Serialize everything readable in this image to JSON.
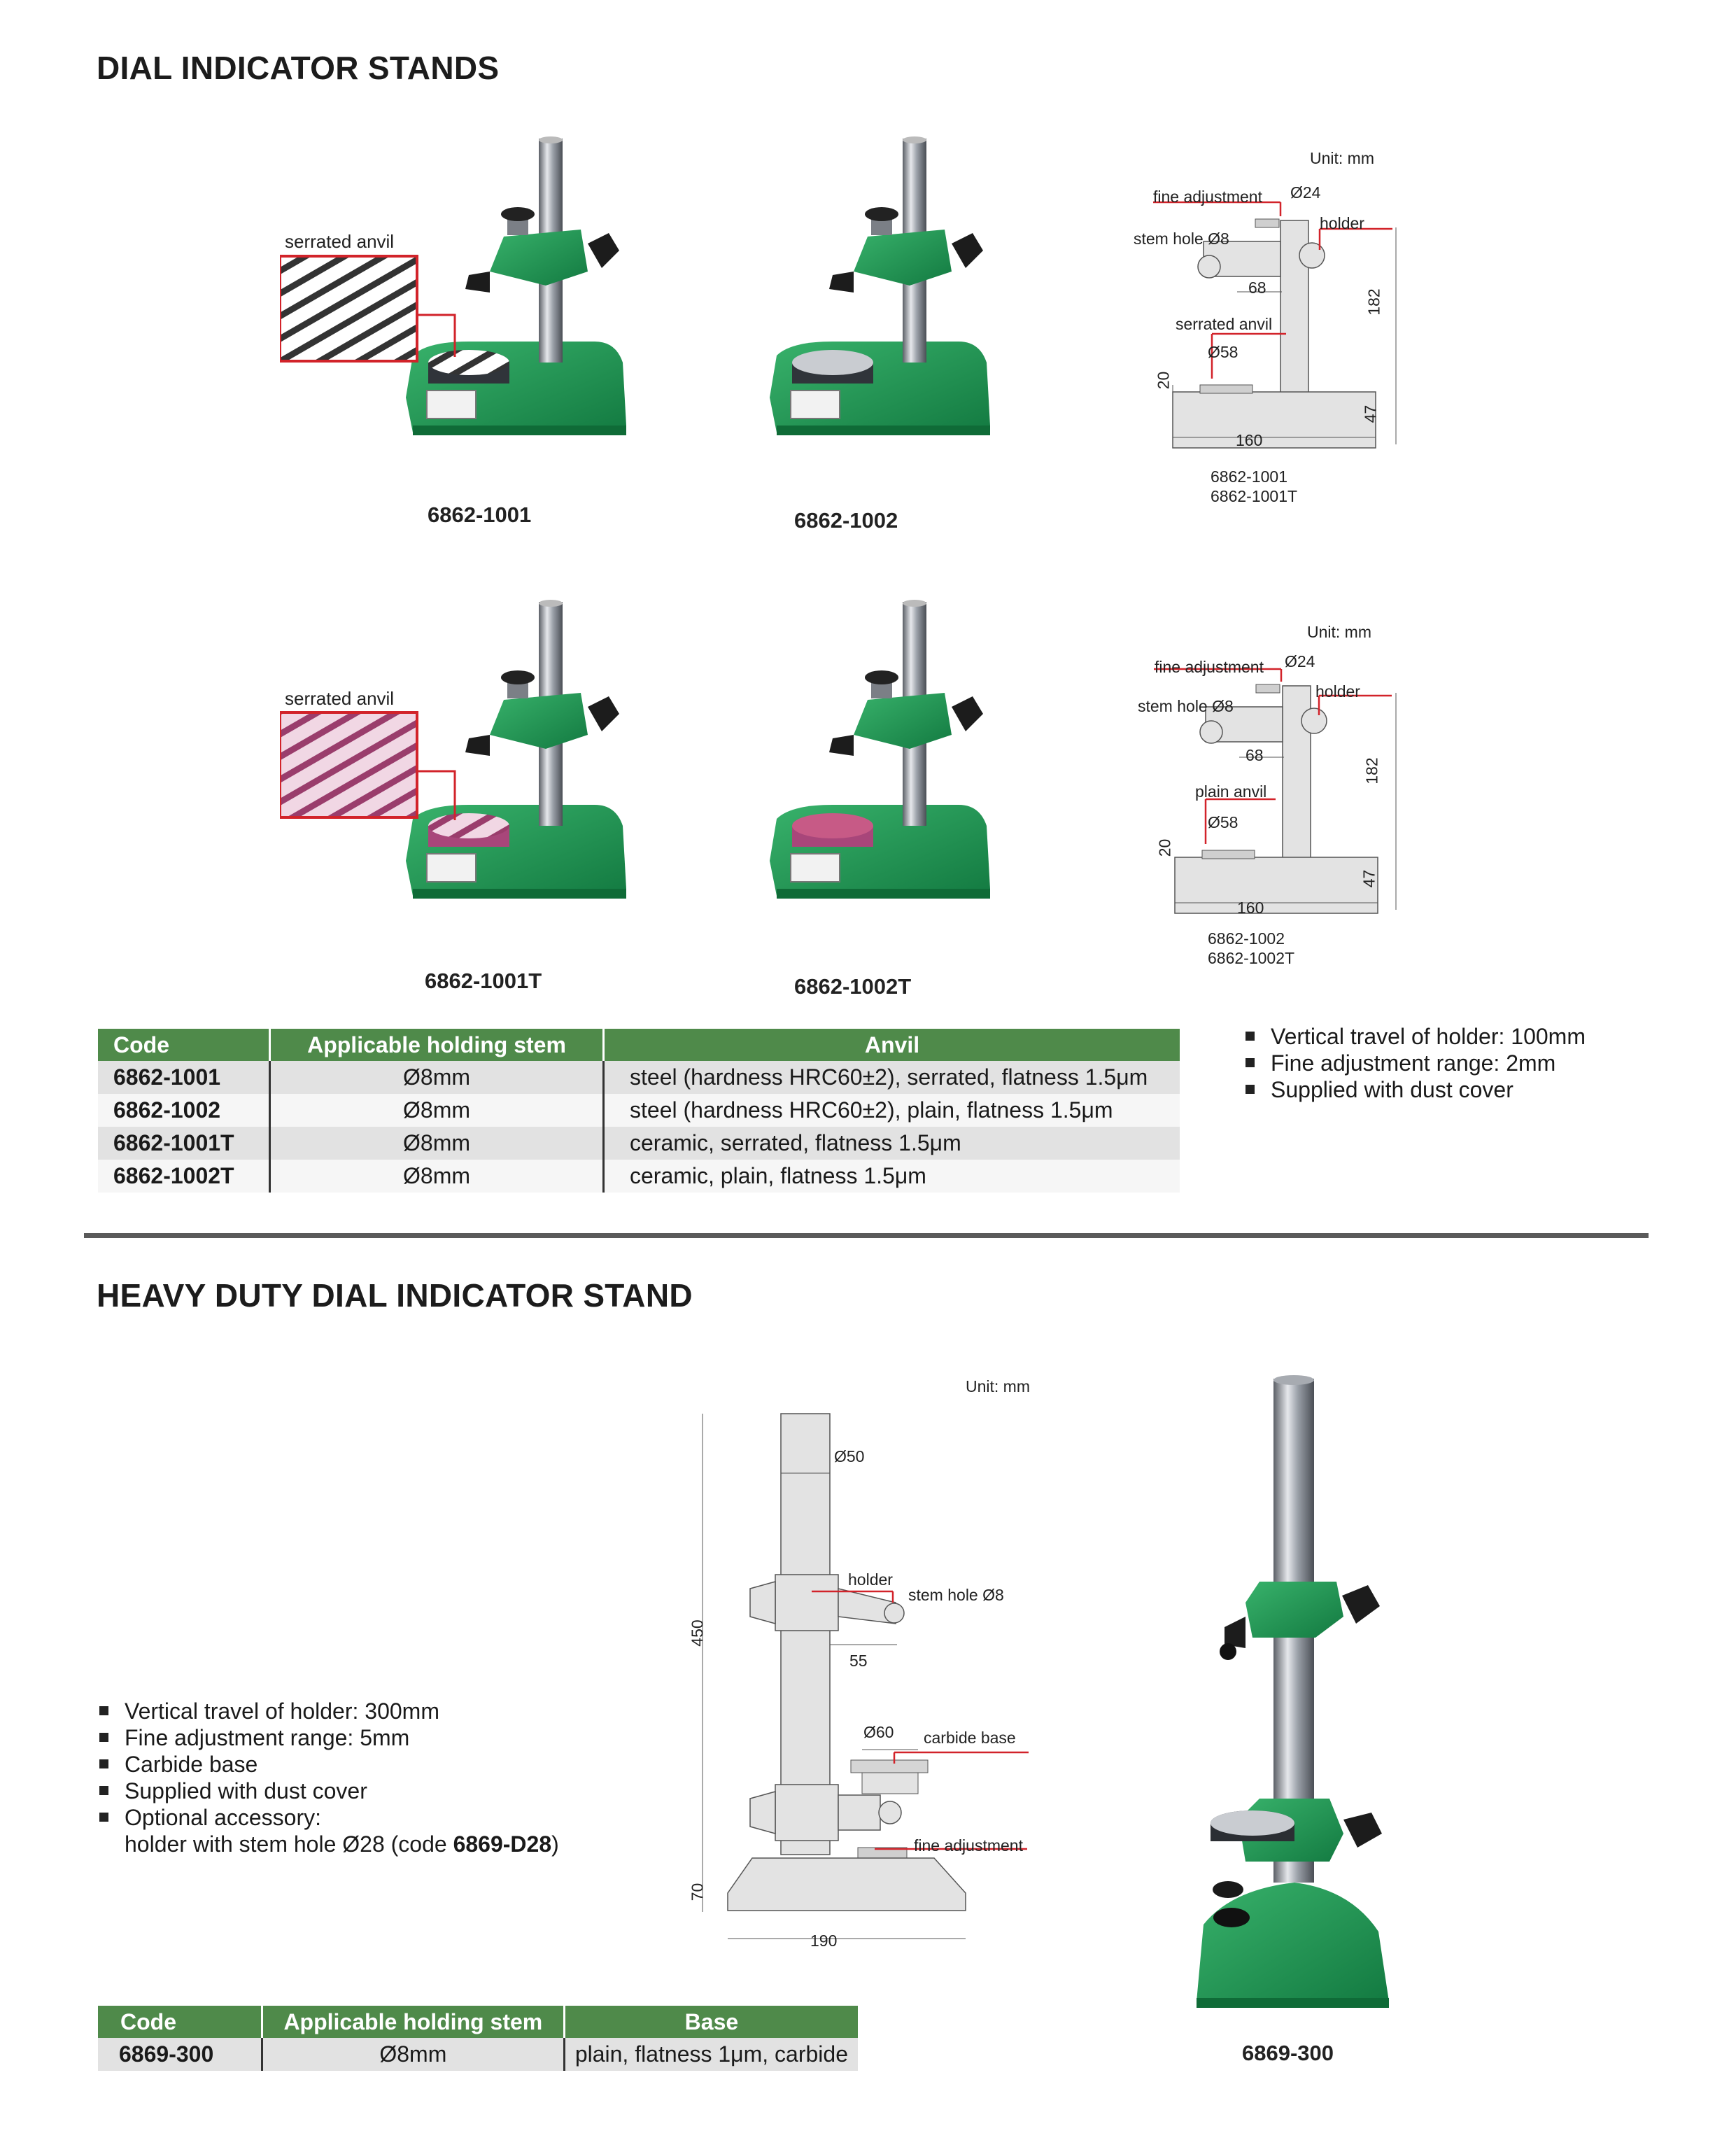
{
  "section1": {
    "title": "DIAL INDICATOR STANDS",
    "products": [
      {
        "code": "6862-1001",
        "anvil_callout": "serrated anvil"
      },
      {
        "code": "6862-1002"
      },
      {
        "code": "6862-1001T",
        "anvil_callout": "serrated anvil"
      },
      {
        "code": "6862-1002T"
      }
    ],
    "drawing1": {
      "unit": "Unit: mm",
      "fine_adjustment": "fine adjustment",
      "d24": "Ø24",
      "holder": "holder",
      "stem_hole": "stem hole Ø8",
      "d68": "68",
      "d182": "182",
      "anvil_label": "serrated anvil",
      "d58": "Ø58",
      "d20": "20",
      "d47": "47",
      "d160": "160",
      "codes": [
        "6862-1001",
        "6862-1001T"
      ]
    },
    "drawing2": {
      "unit": "Unit: mm",
      "fine_adjustment": "fine adjustment",
      "d24": "Ø24",
      "holder": "holder",
      "stem_hole": "stem hole Ø8",
      "d68": "68",
      "d182": "182",
      "anvil_label": "plain anvil",
      "d58": "Ø58",
      "d20": "20",
      "d47": "47",
      "d160": "160",
      "codes": [
        "6862-1002",
        "6862-1002T"
      ]
    },
    "table": {
      "headers": [
        "Code",
        "Applicable holding stem",
        "Anvil"
      ],
      "rows": [
        [
          "6862-1001",
          "Ø8mm",
          "steel (hardness HRC60±2), serrated, flatness 1.5μm"
        ],
        [
          "6862-1002",
          "Ø8mm",
          "steel (hardness HRC60±2), plain, flatness 1.5μm"
        ],
        [
          "6862-1001T",
          "Ø8mm",
          "ceramic, serrated, flatness 1.5μm"
        ],
        [
          "6862-1002T",
          "Ø8mm",
          "ceramic, plain, flatness 1.5μm"
        ]
      ]
    },
    "features": [
      "Vertical travel of holder: 100mm",
      "Fine adjustment range: 2mm",
      "Supplied with dust cover"
    ]
  },
  "section2": {
    "title": "HEAVY DUTY DIAL INDICATOR STAND",
    "features": [
      "Vertical travel of holder: 300mm",
      "Fine adjustment range: 5mm",
      "Carbide base",
      "Supplied with dust cover",
      "Optional accessory:"
    ],
    "accessory_prefix": "holder with stem hole Ø28 (code ",
    "accessory_code": "6869-D28",
    "accessory_suffix": ")",
    "drawing": {
      "unit": "Unit: mm",
      "d50": "Ø50",
      "holder": "holder",
      "stem_hole": "stem hole Ø8",
      "d450": "450",
      "d55": "55",
      "d60": "Ø60",
      "carbide_base": "carbide base",
      "fine_adjustment": "fine adjustment",
      "d70": "70",
      "d190": "190"
    },
    "product_code": "6869-300",
    "table": {
      "headers": [
        "Code",
        "Applicable holding stem",
        "Base"
      ],
      "rows": [
        [
          "6869-300",
          "Ø8mm",
          "plain, flatness 1μm, carbide"
        ]
      ]
    }
  },
  "colors": {
    "stand_green": "#1f9a55",
    "header_green": "#4f8a4a",
    "callout_red": "#d2232a",
    "ceramic_pink": "#c75a86"
  }
}
